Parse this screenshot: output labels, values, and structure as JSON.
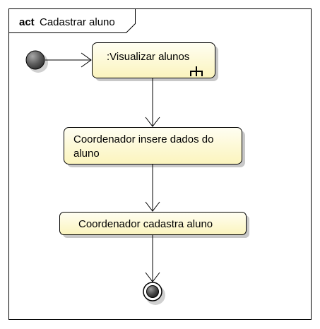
{
  "frame": {
    "keyword": "act",
    "name": "Cadastrar aluno"
  },
  "nodes": {
    "call_behavior": {
      "label": ":Visualizar alunos",
      "icon": "rake-icon"
    },
    "action_insere": {
      "line1": "Coordenador insere dados do",
      "line2": "aluno"
    },
    "action_cadastra": {
      "label": "Coordenador cadastra aluno"
    }
  },
  "colors": {
    "action_fill_top": "#fffef0",
    "action_fill_bottom": "#fcf6c0",
    "stroke": "#000000",
    "shadow": "#c8c8c8",
    "initial_node": "#505050"
  }
}
